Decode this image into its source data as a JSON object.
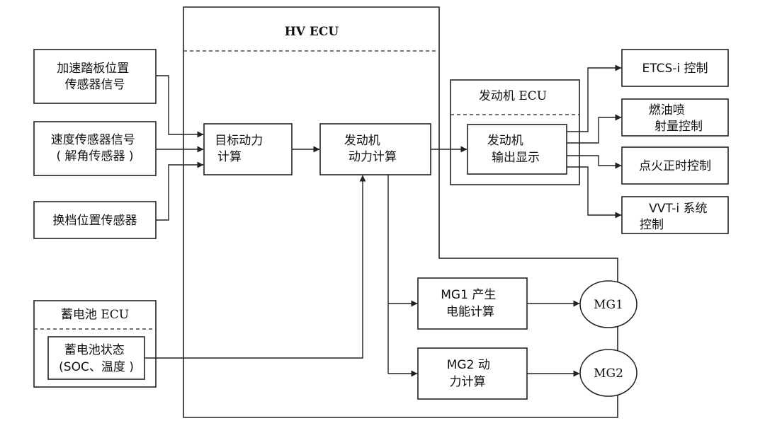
{
  "hv_ecu": {
    "title": "HV ECU"
  },
  "inputs": {
    "accelerator": [
      "加速踏板位置",
      "传感器信号"
    ],
    "speed": [
      "速度传感器信号",
      "( 解角传感器 )"
    ],
    "shift": [
      "换档位置传感器"
    ]
  },
  "battery_ecu": {
    "title": "蓄电池 ECU",
    "state": [
      "蓄电池状态",
      "(SOC、温度 )"
    ]
  },
  "blocks": {
    "target_power": [
      "目标动力",
      "计算"
    ],
    "engine_power": [
      "发动机",
      "动力计算"
    ],
    "mg1_power": [
      "MG1 产生",
      "电能计算"
    ],
    "mg2_power": [
      "MG2 动",
      "力计算"
    ]
  },
  "engine_ecu": {
    "title": "发动机 ECU",
    "output": [
      "发动机",
      "输出显示"
    ]
  },
  "outputs": {
    "etcs": [
      "ETCS-i 控制"
    ],
    "fuel": [
      "燃油喷",
      "射量控制"
    ],
    "ignition": [
      "点火正时控制"
    ],
    "vvt": [
      "VVT-i 系统",
      "控制"
    ]
  },
  "motors": {
    "mg1": "MG1",
    "mg2": "MG2"
  }
}
